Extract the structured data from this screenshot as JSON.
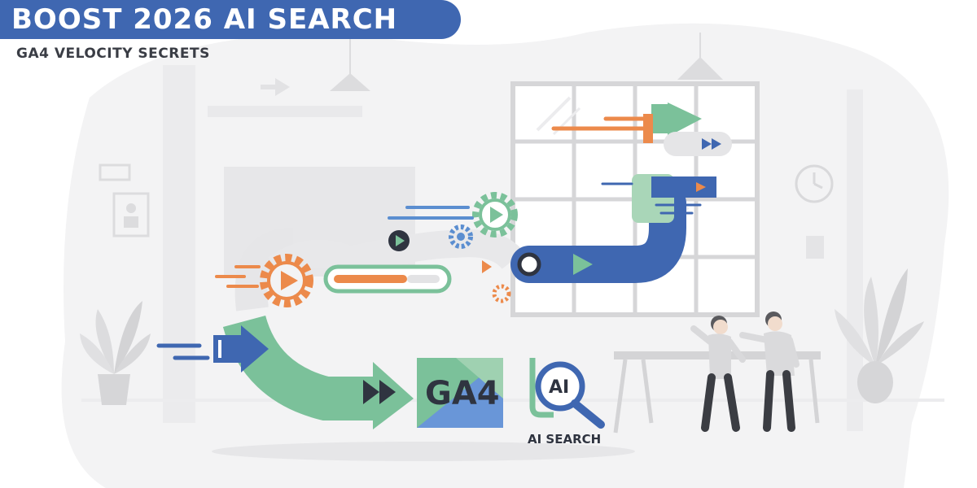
{
  "header": {
    "title": "BOOST 2026 AI SEARCH",
    "subtitle": "GA4 VELOCITY SECRETS"
  },
  "illustration": {
    "ga4_logo_text": "GA4",
    "ai_badge_text": "AI",
    "ai_search_label": "AI SEARCH"
  },
  "icons": [
    "gear-icon",
    "play-icon",
    "fast-forward-icon",
    "magnifier-icon",
    "clock-icon",
    "plant-icon",
    "arrow-icon"
  ],
  "colors": {
    "banner_blue": "#3f67b1",
    "flow_green": "#7bc19a",
    "flow_blue": "#3f67b1",
    "accent_orange": "#ec8a4b",
    "background_grey": "#f1f1f2"
  }
}
